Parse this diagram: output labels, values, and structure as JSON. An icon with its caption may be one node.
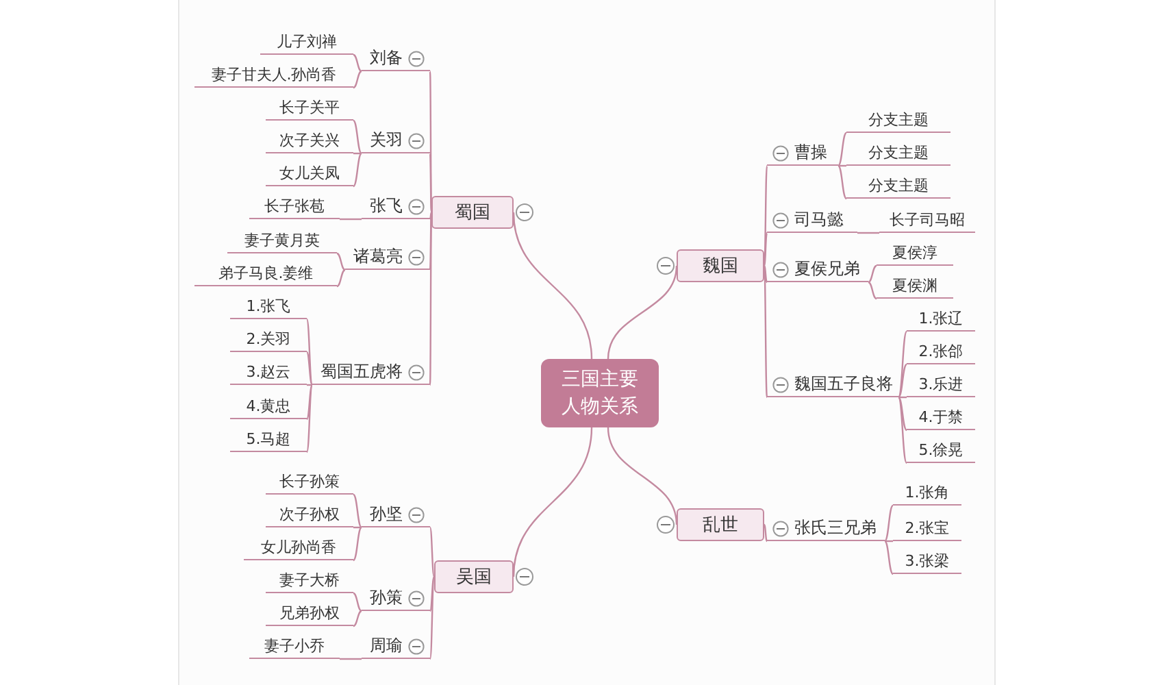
{
  "diagram": {
    "nodes": [
      {
        "text": [
          "三国主要人物关系"
        ]
      },
      {
        "text": [
          "蜀国"
        ]
      },
      {
        "text": [
          "刘备"
        ]
      },
      {
        "text": [
          "儿子刘禅"
        ]
      },
      {
        "text": [
          "妻子甘夫人.孙尚香"
        ]
      },
      {
        "text": [
          "关羽"
        ]
      },
      {
        "text": [
          "长子关平"
        ]
      },
      {
        "text": [
          "次子关兴"
        ]
      },
      {
        "text": [
          "女儿关凤"
        ]
      },
      {
        "text": [
          "张飞"
        ]
      },
      {
        "text": [
          "长子张苞"
        ]
      },
      {
        "text": [
          "诸葛亮"
        ]
      },
      {
        "text": [
          "妻子黄月英"
        ]
      },
      {
        "text": [
          "弟子马良.姜维"
        ]
      },
      {
        "text": [
          "蜀国五虎将"
        ]
      },
      {
        "text": [
          "1.张飞"
        ]
      },
      {
        "text": [
          "2.关羽"
        ]
      },
      {
        "text": [
          "3.赵云"
        ]
      },
      {
        "text": [
          "4.黄忠"
        ]
      },
      {
        "text": [
          "5.马超"
        ]
      },
      {
        "text": [
          "吴国"
        ]
      },
      {
        "text": [
          "孙坚"
        ]
      },
      {
        "text": [
          "长子孙策"
        ]
      },
      {
        "text": [
          "次子孙权"
        ]
      },
      {
        "text": [
          "女儿孙尚香"
        ]
      },
      {
        "text": [
          "孙策"
        ]
      },
      {
        "text": [
          "妻子大桥"
        ]
      },
      {
        "text": [
          "兄弟孙权"
        ]
      },
      {
        "text": [
          "周瑜"
        ]
      },
      {
        "text": [
          "妻子小乔"
        ]
      },
      {
        "text": [
          "魏国"
        ]
      },
      {
        "text": [
          "曹操"
        ]
      },
      {
        "text": [
          "分支主题"
        ]
      },
      {
        "text": [
          "分支主题"
        ]
      },
      {
        "text": [
          "分支主题"
        ]
      },
      {
        "text": [
          "司马懿"
        ]
      },
      {
        "text": [
          "长子司马昭"
        ]
      },
      {
        "text": [
          "夏侯兄弟"
        ]
      },
      {
        "text": [
          "夏侯淳"
        ]
      },
      {
        "text": [
          "夏侯渊"
        ]
      },
      {
        "text": [
          "魏国五子良将"
        ]
      },
      {
        "text": [
          "1.张辽"
        ]
      },
      {
        "text": [
          "2.张郃"
        ]
      },
      {
        "text": [
          "3.乐进"
        ]
      },
      {
        "text": [
          "4.于禁"
        ]
      },
      {
        "text": [
          "5.徐晃"
        ]
      },
      {
        "text": [
          "乱世"
        ]
      },
      {
        "text": [
          "张氏三兄弟"
        ]
      },
      {
        "text": [
          "1.张角"
        ]
      },
      {
        "text": [
          "2.张宝"
        ]
      },
      {
        "text": [
          "3.张梁"
        ]
      }
    ],
    "edges": [
      {
        "from": 0,
        "to": 1,
        "arrow": "none"
      },
      {
        "from": 1,
        "to": 2,
        "arrow": "none"
      },
      {
        "from": 2,
        "to": 3,
        "arrow": "none"
      },
      {
        "from": 2,
        "to": 4,
        "arrow": "none"
      },
      {
        "from": 1,
        "to": 5,
        "arrow": "none"
      },
      {
        "from": 5,
        "to": 6,
        "arrow": "none"
      },
      {
        "from": 5,
        "to": 7,
        "arrow": "none"
      },
      {
        "from": 5,
        "to": 8,
        "arrow": "none"
      },
      {
        "from": 1,
        "to": 9,
        "arrow": "none"
      },
      {
        "from": 9,
        "to": 10,
        "arrow": "none"
      },
      {
        "from": 1,
        "to": 11,
        "arrow": "none"
      },
      {
        "from": 11,
        "to": 12,
        "arrow": "none"
      },
      {
        "from": 11,
        "to": 13,
        "arrow": "none"
      },
      {
        "from": 1,
        "to": 14,
        "arrow": "none"
      },
      {
        "from": 14,
        "to": 15,
        "arrow": "none"
      },
      {
        "from": 14,
        "to": 16,
        "arrow": "none"
      },
      {
        "from": 14,
        "to": 17,
        "arrow": "none"
      },
      {
        "from": 14,
        "to": 18,
        "arrow": "none"
      },
      {
        "from": 14,
        "to": 19,
        "arrow": "none"
      },
      {
        "from": 0,
        "to": 20,
        "arrow": "none"
      },
      {
        "from": 20,
        "to": 21,
        "arrow": "none"
      },
      {
        "from": 21,
        "to": 22,
        "arrow": "none"
      },
      {
        "from": 21,
        "to": 23,
        "arrow": "none"
      },
      {
        "from": 21,
        "to": 24,
        "arrow": "none"
      },
      {
        "from": 20,
        "to": 25,
        "arrow": "none"
      },
      {
        "from": 25,
        "to": 26,
        "arrow": "none"
      },
      {
        "from": 25,
        "to": 27,
        "arrow": "none"
      },
      {
        "from": 20,
        "to": 28,
        "arrow": "none"
      },
      {
        "from": 28,
        "to": 29,
        "arrow": "none"
      },
      {
        "from": 0,
        "to": 30,
        "arrow": "none"
      },
      {
        "from": 30,
        "to": 31,
        "arrow": "none"
      },
      {
        "from": 31,
        "to": 32,
        "arrow": "none"
      },
      {
        "from": 31,
        "to": 33,
        "arrow": "none"
      },
      {
        "from": 31,
        "to": 34,
        "arrow": "none"
      },
      {
        "from": 30,
        "to": 35,
        "arrow": "none"
      },
      {
        "from": 35,
        "to": 36,
        "arrow": "none"
      },
      {
        "from": 30,
        "to": 37,
        "arrow": "none"
      },
      {
        "from": 37,
        "to": 38,
        "arrow": "none"
      },
      {
        "from": 37,
        "to": 39,
        "arrow": "none"
      },
      {
        "from": 30,
        "to": 40,
        "arrow": "none"
      },
      {
        "from": 40,
        "to": 41,
        "arrow": "none"
      },
      {
        "from": 40,
        "to": 42,
        "arrow": "none"
      },
      {
        "from": 40,
        "to": 43,
        "arrow": "none"
      },
      {
        "from": 40,
        "to": 44,
        "arrow": "none"
      },
      {
        "from": 40,
        "to": 45,
        "arrow": "none"
      },
      {
        "from": 0,
        "to": 46,
        "arrow": "none"
      },
      {
        "from": 46,
        "to": 47,
        "arrow": "none"
      },
      {
        "from": 47,
        "to": 48,
        "arrow": "none"
      },
      {
        "from": 47,
        "to": 49,
        "arrow": "none"
      },
      {
        "from": 47,
        "to": 50,
        "arrow": "none"
      }
    ]
  }
}
